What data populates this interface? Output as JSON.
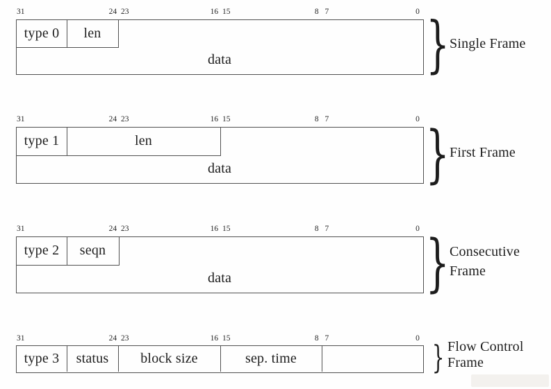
{
  "meta": {
    "background": "#fefefe",
    "line_color": "#4f4f4f",
    "text_color": "#1c1c1c"
  },
  "bit_labels": {
    "b31": "31",
    "b24_23": "24 23",
    "b16_15": "16 15",
    "b8_7": "8 7",
    "b0": "0"
  },
  "brace_glyph": "}",
  "frames": {
    "single": {
      "type": "type 0",
      "len": "len",
      "data": "data",
      "label": "Single Frame"
    },
    "first": {
      "type": "type 1",
      "len": "len",
      "data": "data",
      "label": "First Frame"
    },
    "consecutive": {
      "type": "type 2",
      "seqn": "seqn",
      "data": "data",
      "label_line1": "Consecutive",
      "label_line2": "Frame"
    },
    "flow_control": {
      "type": "type 3",
      "status": "status",
      "block_size": "block size",
      "sep_time": "sep. time",
      "label_line1": "Flow Control",
      "label_line2": "Frame"
    }
  }
}
